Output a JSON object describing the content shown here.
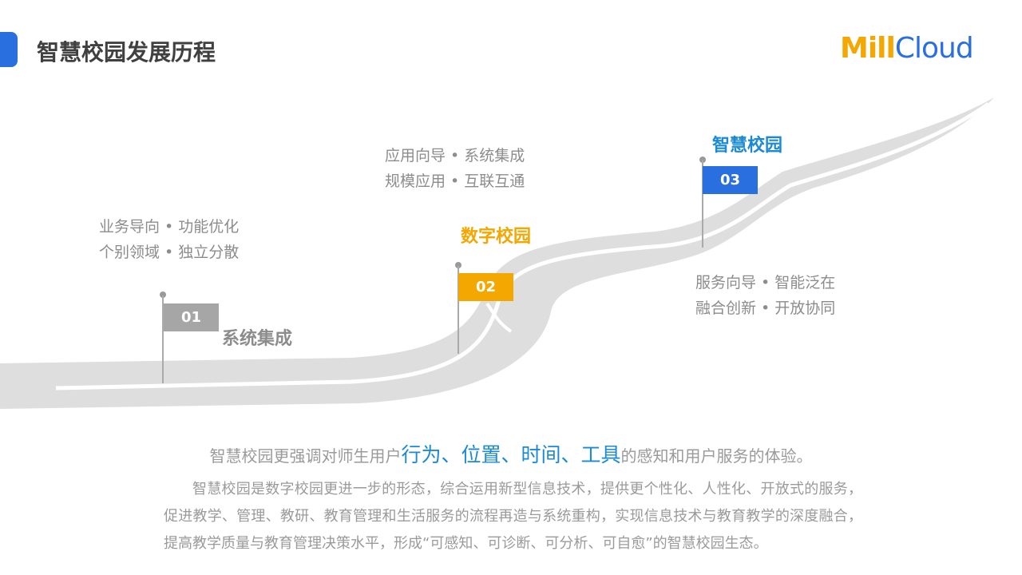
{
  "header": {
    "title": "智慧校园发展历程",
    "logo_left": "Mill",
    "logo_right": "Cloud"
  },
  "stages": [
    {
      "num": "01",
      "name": "系统集成",
      "color": "#a6a6a6",
      "keywords": [
        "业务导向 • 功能优化",
        "个别领域 • 独立分散"
      ]
    },
    {
      "num": "02",
      "name": "数字校园",
      "color": "#f4a700",
      "keywords": [
        "应用向导 • 系统集成",
        "规模应用 • 互联互通"
      ]
    },
    {
      "num": "03",
      "name": "智慧校园",
      "color": "#2a6fe0",
      "name_color": "#1a8ad6",
      "keywords": [
        "服务向导 • 智能泛在",
        "融合创新 • 开放协同"
      ]
    }
  ],
  "summary": {
    "pre": "智慧校园更强调对师生用户",
    "highlight": "行为、位置、时间、工具",
    "post": "的感知和用户服务的体验。"
  },
  "paragraph": "智慧校园是数字校园更进一步的形态，综合运用新型信息技术，提供更个性化、人性化、开放式的服务，促进教学、管理、教研、教育管理和生活服务的流程再造与系统重构，实现信息技术与教育教学的深度融合，提高教学质量与教育管理决策水平，形成“可感知、可诊断、可分析、可自愈”的智慧校园生态。"
}
